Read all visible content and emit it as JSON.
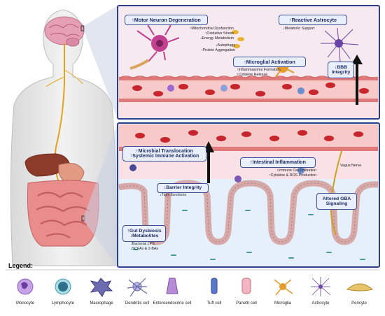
{
  "brain_panel": {
    "motor_neuron": "↑Motor Neuron Degeneration",
    "motor_sub": [
      "↑Mitochondrial Dysfunction",
      "↑Oxidative Stress",
      "↓Energy Metabolism"
    ],
    "autophagy": "↓Autophagy",
    "protein": "↑Protein Aggregation",
    "reactive_astrocyte": "↑Reactive Astrocyte",
    "metabolic_support": "↓Metabolic Support",
    "microglial": "↑Microglial Activation",
    "microglial_sub": [
      "↑Inflammasome Formation",
      "↑Cytokine Release"
    ],
    "bbb": [
      "↓BBB",
      "Integrity"
    ]
  },
  "gut_panel": {
    "microbial": [
      "↑Microbial Translocation",
      "↑Systemic Immune Activation"
    ],
    "intestinal": "↑Intestinal Inflammation",
    "intestinal_sub": [
      "↑Immune Cell Infiltration",
      "↑Cytokine & ROS Production"
    ],
    "vagus": "Vagus Nerve",
    "barrier": "↓Barrier Integrity",
    "tight": "↓Tight Junctions",
    "gba": [
      "Altered GBA",
      "Signaling"
    ],
    "dysbiosis": [
      "↑Gut Dysbiosis",
      "↓Metabolites"
    ],
    "dysbiosis_sub": [
      "↑Bacterial LPS",
      "↓SCFAs & 2-BAs"
    ]
  },
  "legend": {
    "title": "Legend:",
    "items": [
      "Monocyte",
      "Lymphocyte",
      "Macrophage",
      "Dendritic cell",
      "Enteroendocrine cell",
      "Tuft cell",
      "Paneth cell",
      "Microglia",
      "Astrocyte",
      "Pericyte"
    ]
  },
  "colors": {
    "frame": "#2c3f8f",
    "box_fill": "#e9efff",
    "brain_bg": "#f6e9f0",
    "gut_bg": "#fbe4ea",
    "lumen_bg": "#e6f0fb",
    "rbc": "#c8252d",
    "vessel": "#f3b7b7",
    "neuron": "#c2418e",
    "nerve": "#e6a21b",
    "intestine": "#e98c8c"
  }
}
